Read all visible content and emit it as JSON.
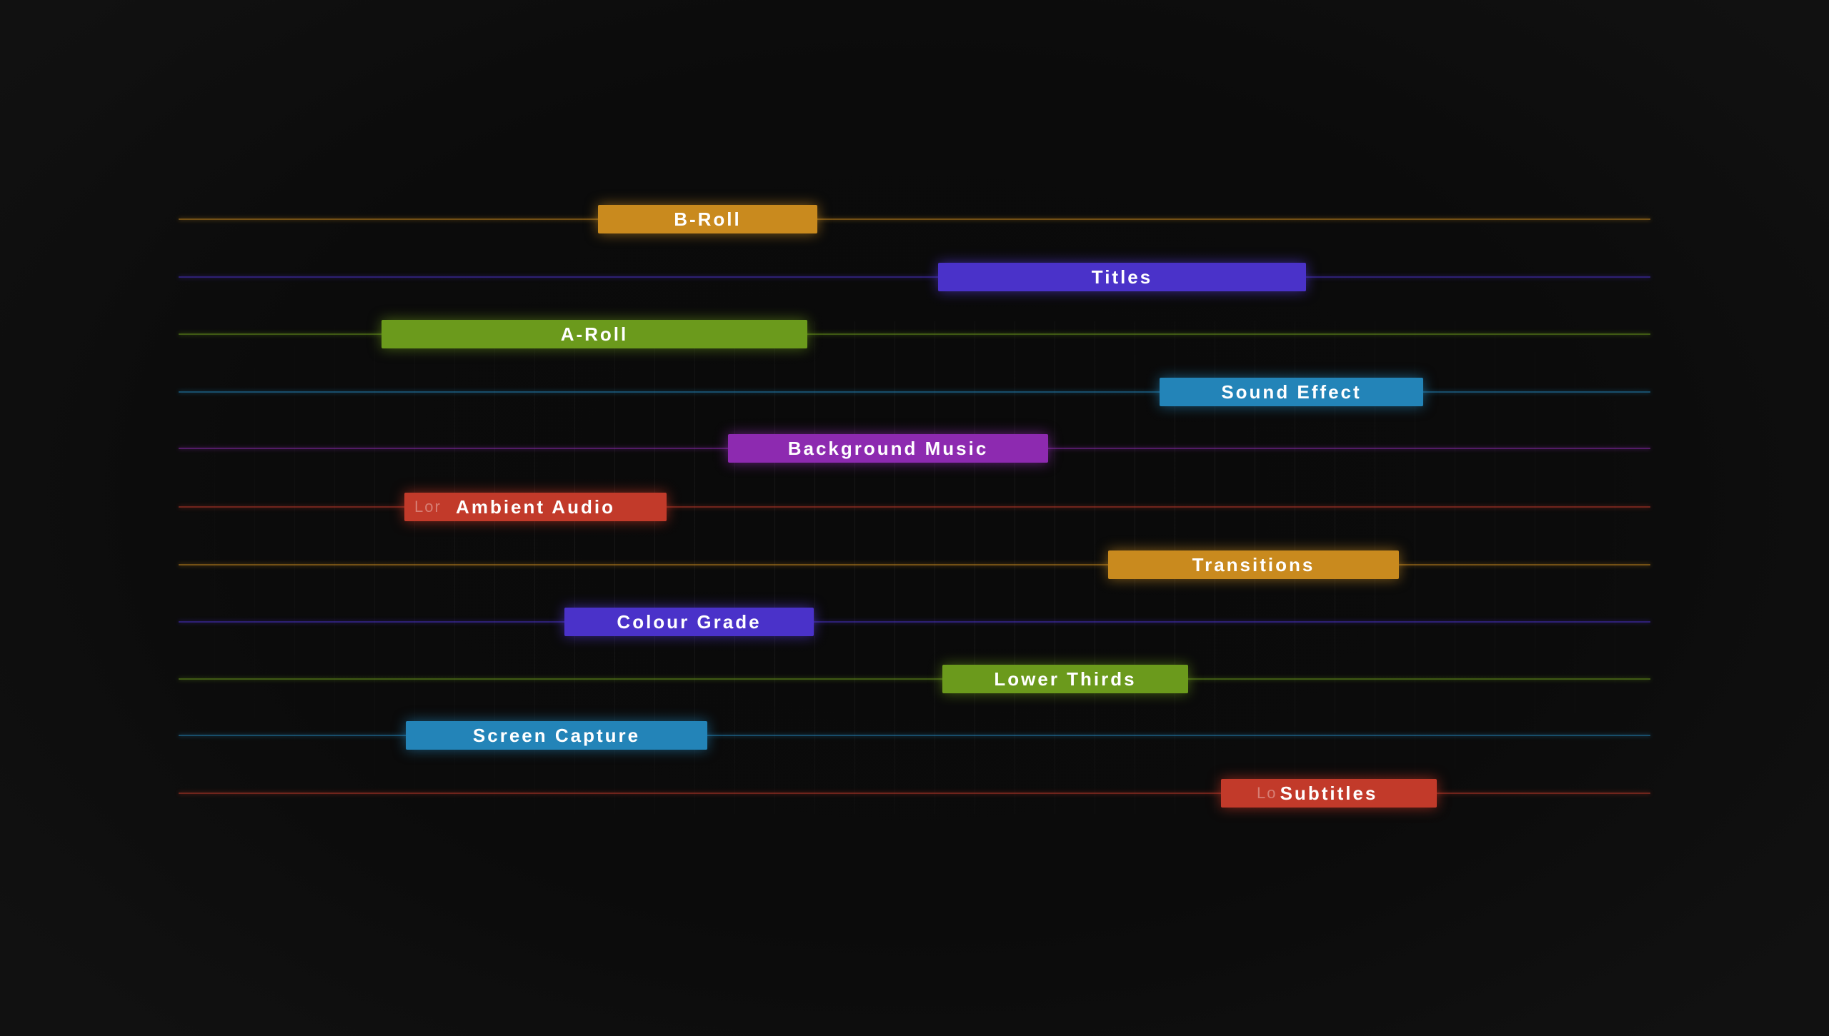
{
  "tracks": [
    {
      "clip_label": "B-Roll",
      "ghost_text": ""
    },
    {
      "clip_label": "Titles",
      "ghost_text": ""
    },
    {
      "clip_label": "A-Roll",
      "ghost_text": ""
    },
    {
      "clip_label": "Sound Effect",
      "ghost_text": ""
    },
    {
      "clip_label": "Background Music",
      "ghost_text": ""
    },
    {
      "clip_label": "Ambient Audio",
      "ghost_text": "Lor"
    },
    {
      "clip_label": "Transitions",
      "ghost_text": ""
    },
    {
      "clip_label": "Colour Grade",
      "ghost_text": ""
    },
    {
      "clip_label": "Lower Thirds",
      "ghost_text": ""
    },
    {
      "clip_label": "Screen Capture",
      "ghost_text": ""
    },
    {
      "clip_label": "Subtitles",
      "ghost_text": "Lo"
    }
  ],
  "colors": {
    "orange": "#c98a1e",
    "indigo": "#4a32c9",
    "green": "#6b9a1c",
    "blue": "#2384b8",
    "purple": "#8d2ab0",
    "red": "#c23a2a",
    "background": "#0b0b0b"
  }
}
